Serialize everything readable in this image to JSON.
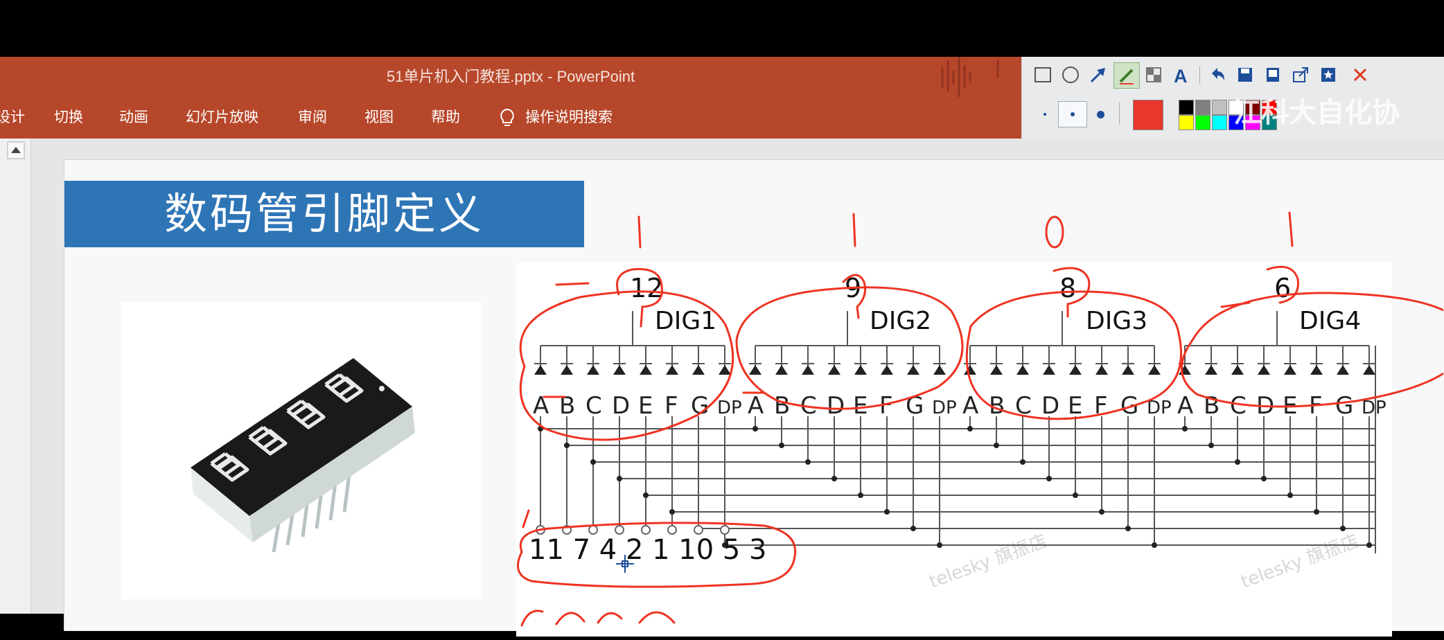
{
  "window": {
    "title": "51单片机入门教程.pptx  -  PowerPoint"
  },
  "ribbon": {
    "tabs": [
      "设计",
      "切换",
      "动画",
      "幻灯片放映",
      "审阅",
      "视图",
      "帮助"
    ],
    "tell_me": "操作说明搜索"
  },
  "annotation_toolbar": {
    "pen_color": "#e8372c",
    "palette": [
      "#000000",
      "#808080",
      "#c0c0c0",
      "#ffffff",
      "#7f0000",
      "#ff0000",
      "#ffff00",
      "#00ff00",
      "#00ffff",
      "#0000ff",
      "#ff00ff",
      "#008080"
    ]
  },
  "watermark": {
    "text": "江科大自化协"
  },
  "slide": {
    "title": "数码管引脚定义"
  },
  "diagram": {
    "digit_labels": [
      "DIG1",
      "DIG2",
      "DIG3",
      "DIG4"
    ],
    "digit_pins": [
      "12",
      "9",
      "8",
      "6"
    ],
    "segment_labels": [
      "A",
      "B",
      "C",
      "D",
      "E",
      "F",
      "G",
      "DP"
    ],
    "bottom_pins": "11 7 4 2 1 10 5 3",
    "handwritten_bits": [
      "1",
      "1",
      "0",
      "1"
    ],
    "diagram_watermark": "telesky 旗振店"
  }
}
